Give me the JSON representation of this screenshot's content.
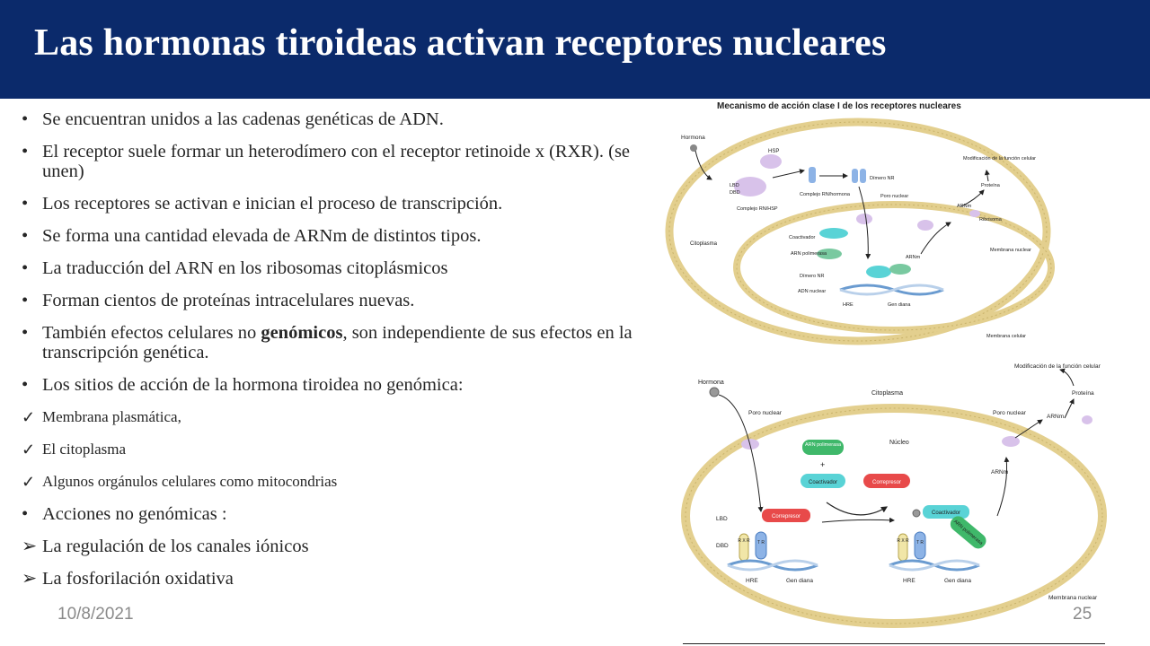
{
  "slide": {
    "title": "Las hormonas tiroideas activan receptores nucleares",
    "date": "10/8/2021",
    "page_number": "25"
  },
  "bullets": [
    {
      "marker": "•",
      "text": "Se encuentran unidos a las cadenas genéticas de ADN."
    },
    {
      "marker": "•",
      "text": "El receptor suele formar un heterodímero con el receptor retinoide x (RXR). (se unen)"
    },
    {
      "marker": "•",
      "text": "Los receptores se activan e inician el proceso de transcripción."
    },
    {
      "marker": "•",
      "text": "Se forma una cantidad elevada de ARNm de distintos tipos."
    },
    {
      "marker": "•",
      "text": "La traducción del ARN en los ribosomas citoplásmicos"
    },
    {
      "marker": "•",
      "text": "Forman cientos de proteínas intracelulares nuevas."
    },
    {
      "marker": "•",
      "text_before": "También efectos celulares no ",
      "text_bold": "genómicos",
      "text_after": ", son independiente de sus efectos en la transcripción genética."
    },
    {
      "marker": "•",
      "text": "Los sitios de acción de la hormona tiroidea no genómica:"
    },
    {
      "marker": "✓",
      "text": "Membrana plasmática,"
    },
    {
      "marker": "✓",
      "text": "El citoplasma"
    },
    {
      "marker": "✓",
      "text": "Algunos orgánulos celulares como mitocondrias"
    },
    {
      "marker": "•",
      "text": "Acciones no genómicas :"
    },
    {
      "marker": "➢",
      "text": "La regulación de los canales iónicos"
    },
    {
      "marker": "➢",
      "text": "La fosforilación oxidativa"
    }
  ],
  "figure_top": {
    "title": "Mecanismo de acción clase I de los receptores nucleares",
    "labels": {
      "hormona": "Hormona",
      "hsp": "HSP",
      "lbd": "LBD",
      "dbd": "DBD",
      "complejo_rn_hsp": "Complejo RN/HSP",
      "complejo_rn_hormona": "Complejo RN/hormona",
      "dimero_nr": "Dímero NR",
      "poro_nuclear": "Poro nuclear",
      "modificacion": "Modificación de la función celular",
      "proteina": "Proteína",
      "arnm": "ARNm",
      "ribosoma": "Ribosoma",
      "citoplasma": "Citoplasma",
      "coactivador": "Coactivador",
      "arn_polimerasa": "ARN polimerasa",
      "arnm_inner": "ARNm",
      "dimero_nr_inner": "Dímero NR",
      "adn_nuclear": "ADN nuclear",
      "hre": "HRE",
      "gen_diana": "Gen diana",
      "membrana_nuclear": "Membrana nuclear",
      "membrana_celular": "Membrana celular"
    }
  },
  "figure_bottom": {
    "labels": {
      "hormona": "Hormona",
      "poro_nuclear": "Poro nuclear",
      "citoplasma": "Citoplasma",
      "nucleo": "Núcleo",
      "modificacion": "Modificación de la función celular",
      "proteina": "Proteína",
      "poro_nuclear_right": "Poro nuclear",
      "arnm": "ARNm",
      "arnm_left": "ARNm",
      "arn_polimerasa": "ARN polimerasa",
      "plus": "+",
      "coactivador": "Coactivador",
      "correpresor": "Correpresor",
      "correpresor_left": "Correpresor",
      "coactivador_right": "Coactivador",
      "arn_polimerasa_right": "ARN polimerasa",
      "lbd": "LBD",
      "dbd": "DBD",
      "rxr": "R X R",
      "tr": "T R",
      "rxr_right": "R X R",
      "tr_right": "T R",
      "hre": "HRE",
      "gen_diana": "Gen diana",
      "hre_right": "HRE",
      "gen_diana_right": "Gen diana",
      "membrana_nuclear": "Membrana nuclear"
    }
  },
  "colors": {
    "header_bg": "#0b2a6b",
    "membrane": "#e3cf8e",
    "receptor_blue": "#8db3e6",
    "coactivator": "#59d3d6",
    "corepressor": "#e84a4a",
    "polymerase": "#3fb86a",
    "hsp": "#d8c2ea"
  }
}
